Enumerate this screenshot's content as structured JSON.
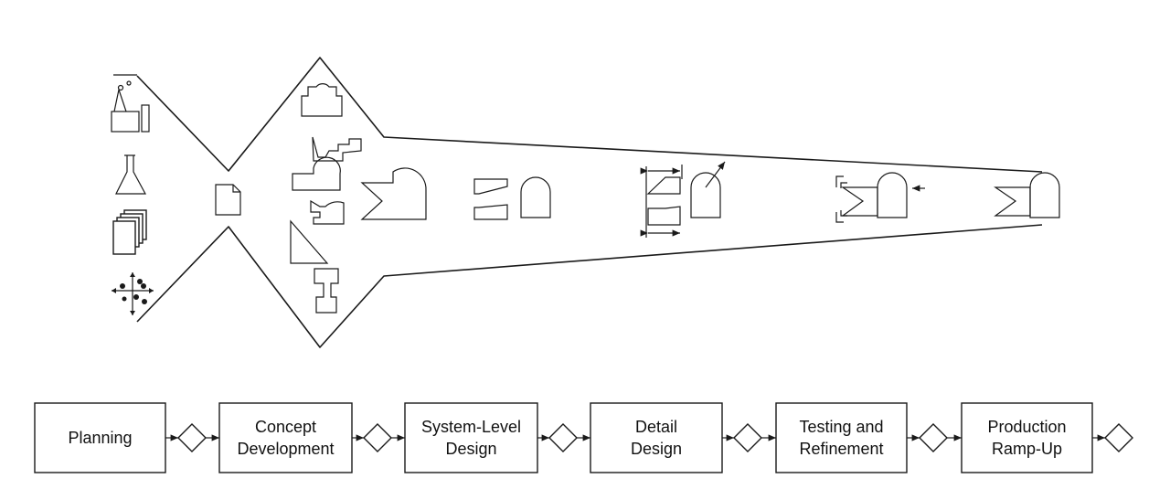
{
  "stages": [
    {
      "line1": "Planning",
      "line2": ""
    },
    {
      "line1": "Concept",
      "line2": "Development"
    },
    {
      "line1": "System-Level",
      "line2": "Design"
    },
    {
      "line1": "Detail",
      "line2": "Design"
    },
    {
      "line1": "Testing and",
      "line2": "Refinement"
    },
    {
      "line1": "Production",
      "line2": "Ramp-Up"
    }
  ]
}
